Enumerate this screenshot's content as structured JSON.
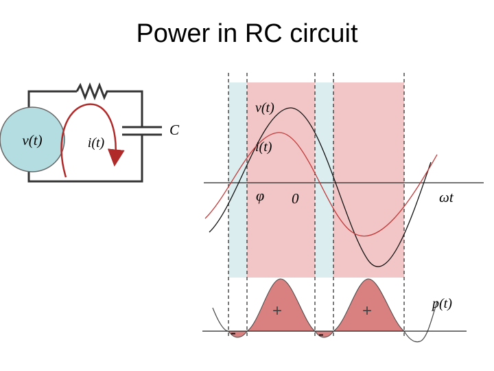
{
  "title": "Power in RC circuit",
  "circuit": {
    "source_label": "v(t)",
    "current_label": "i(t)",
    "capacitor_label": "C"
  },
  "waveform": {
    "voltage_label": "v(t)",
    "current_label": "i(t)",
    "phase_label": "φ",
    "zero_label": "0",
    "axis_label": "ωt"
  },
  "power": {
    "label": "p(t)",
    "signs": [
      "+",
      "+",
      "-",
      "-"
    ]
  },
  "colors": {
    "source_fill": "#b3dde0",
    "positive_region": "#f2c6c6",
    "negative_region": "#dcedf0",
    "current_curve": "#c23a3a",
    "power_fill": "#d98080",
    "loop_arrow": "#b02a2a"
  }
}
